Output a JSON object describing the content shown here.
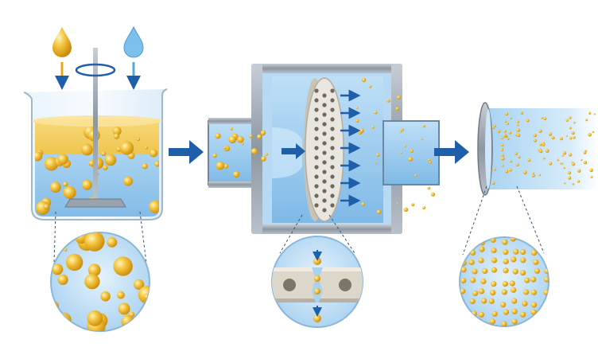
{
  "diagram": {
    "stages": [
      {
        "id": "premix",
        "kind": "beaker-with-stirrer"
      },
      {
        "id": "membrane",
        "kind": "membrane-emulsification-module"
      },
      {
        "id": "product",
        "kind": "collection-tube"
      }
    ],
    "colors": {
      "oil": "#f2c23a",
      "oil_dark": "#d99a12",
      "water": "#9cccf0",
      "water_light": "#d6ecfb",
      "arrow": "#1f5ea8",
      "steel": "#9aa3ad",
      "membrane": "#e9e6df"
    },
    "icons": [
      "oil-drop-icon",
      "water-drop-icon",
      "rotation-icon",
      "process-arrow-icon"
    ]
  }
}
